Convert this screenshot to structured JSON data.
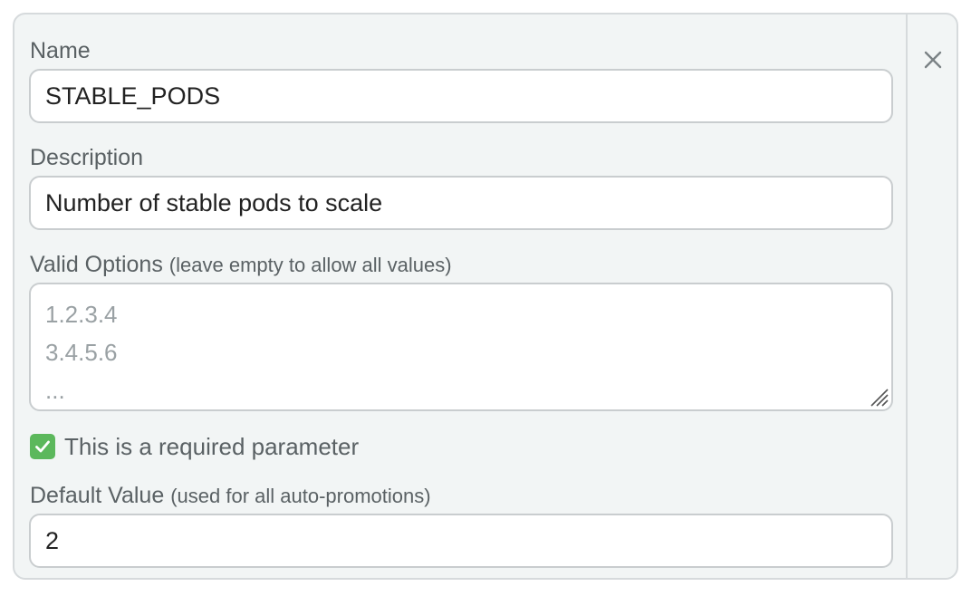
{
  "name_field": {
    "label": "Name",
    "value": "STABLE_PODS"
  },
  "description_field": {
    "label": "Description",
    "value": "Number of stable pods to scale"
  },
  "valid_options_field": {
    "label": "Valid Options",
    "hint": "(leave empty to allow all values)",
    "placeholder_lines": [
      "1.2.3.4",
      "3.4.5.6",
      "..."
    ]
  },
  "required_checkbox": {
    "label": "This is a required parameter",
    "checked": true,
    "color": "#5cb85c"
  },
  "default_value_field": {
    "label": "Default Value",
    "hint": "(used for all auto-promotions)",
    "value": "2"
  },
  "close_button": {
    "icon": "close-icon"
  }
}
